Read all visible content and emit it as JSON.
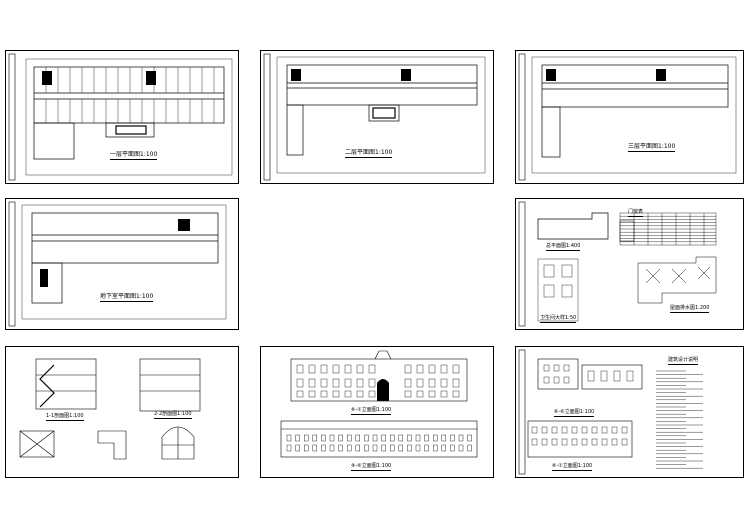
{
  "sheets": {
    "first_floor": {
      "title": "一层平面图1:100"
    },
    "second_floor": {
      "title": "二层平面图1:100"
    },
    "third_floor": {
      "title": "三层平面图1:100"
    },
    "basement": {
      "title": "地下室平面图1:100"
    },
    "site": {
      "site_title": "总平面图1:400",
      "schedule_title": "门窗表",
      "roof_title": "屋面排水图1:200",
      "detail_title": "卫生间大样1:50"
    },
    "sections": {
      "section_1": "1-1剖面图1:100",
      "section_2": "2-2剖面图1:100"
    },
    "front": {
      "south_elevation": "⑥-①立面图1:100",
      "north_elevation": "⑧-⑥立面图1:100"
    },
    "side": {
      "east_elevation": "⑥-⑥立面图1:100",
      "west_elevation": "⑥-①立面图1:100",
      "notes_title": "建筑设计说明"
    }
  },
  "colors": {
    "ink": "#000000",
    "paper": "#ffffff",
    "background": "#ffffff"
  }
}
